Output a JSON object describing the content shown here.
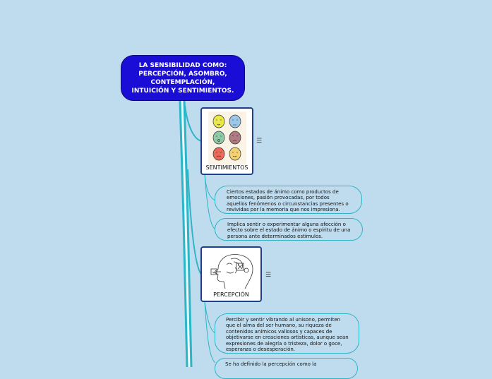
{
  "root": {
    "title": "LA SENSIBILIDAD COMO:\nPERCEPCIÓN, ASOMBRO,\nCONTEMPLACIÓN,\nINTUICIÓN Y SENTIMIENTOS."
  },
  "nodes": {
    "sentimientos": {
      "label": "SENTIMIENTOS",
      "image": "faces-illustration",
      "note_icon": "☰"
    },
    "percepcion": {
      "label": "PERCEPCIÓN",
      "image": "head-profile-illustration",
      "note_icon": "☰"
    }
  },
  "sentimientos_notes": [
    "Ciertos estados de ánimo como productos de emociones, pasión provocadas, por todos aquellos fenómenos o circunstancias presentes o revividas por la memoria que nos impresiona.",
    "Implica sentir o experimentar alguna afección o efecto sobre el estado de ánimo o espíritu de una persona ante determinados estímulos."
  ],
  "percepcion_notes": [
    "Percibir y sentir vibrando al unisono, permiten que el alma del ser humano, su riqueza de contenidos anímicos valiosos y capaces de objetivarse en creaciones artísticas, aunque sean expresiones de alegría o tristeza, dolor o goce, esperanza o desesperación.",
    "Se ha definido la percepción como la"
  ],
  "colors": {
    "background": "#bfdcef",
    "root_fill": "#1a0ed6",
    "node_border": "#1f3f8c",
    "connector": "#2bb5c6"
  }
}
